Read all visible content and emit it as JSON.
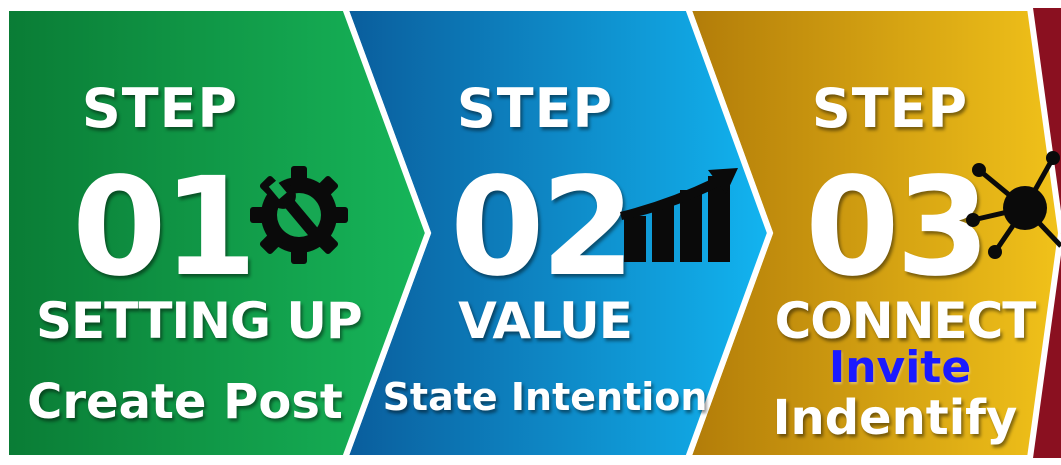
{
  "colors": {
    "step1_light": "#17b65a",
    "step1_dark": "#0a7c35",
    "step2_light": "#12b4f0",
    "step2_dark": "#0a5d9c",
    "step3_light": "#f1c21a",
    "step3_dark": "#b27c09",
    "step4": "#8a1020",
    "invite_blue": "#1a1aff"
  },
  "steps": [
    {
      "step_word": "STEP",
      "number": "01",
      "label": "SETTING UP",
      "icon": "gear-wrench-icon",
      "subs": [
        "Create Post"
      ]
    },
    {
      "step_word": "STEP",
      "number": "02",
      "label": "VALUE",
      "icon": "rising-bar-chart-icon",
      "subs": [
        "State Intention"
      ]
    },
    {
      "step_word": "STEP",
      "number": "03",
      "label": "CONNECT",
      "icon": "network-hub-icon",
      "subs": [
        "Invite",
        "Indentify"
      ]
    }
  ]
}
